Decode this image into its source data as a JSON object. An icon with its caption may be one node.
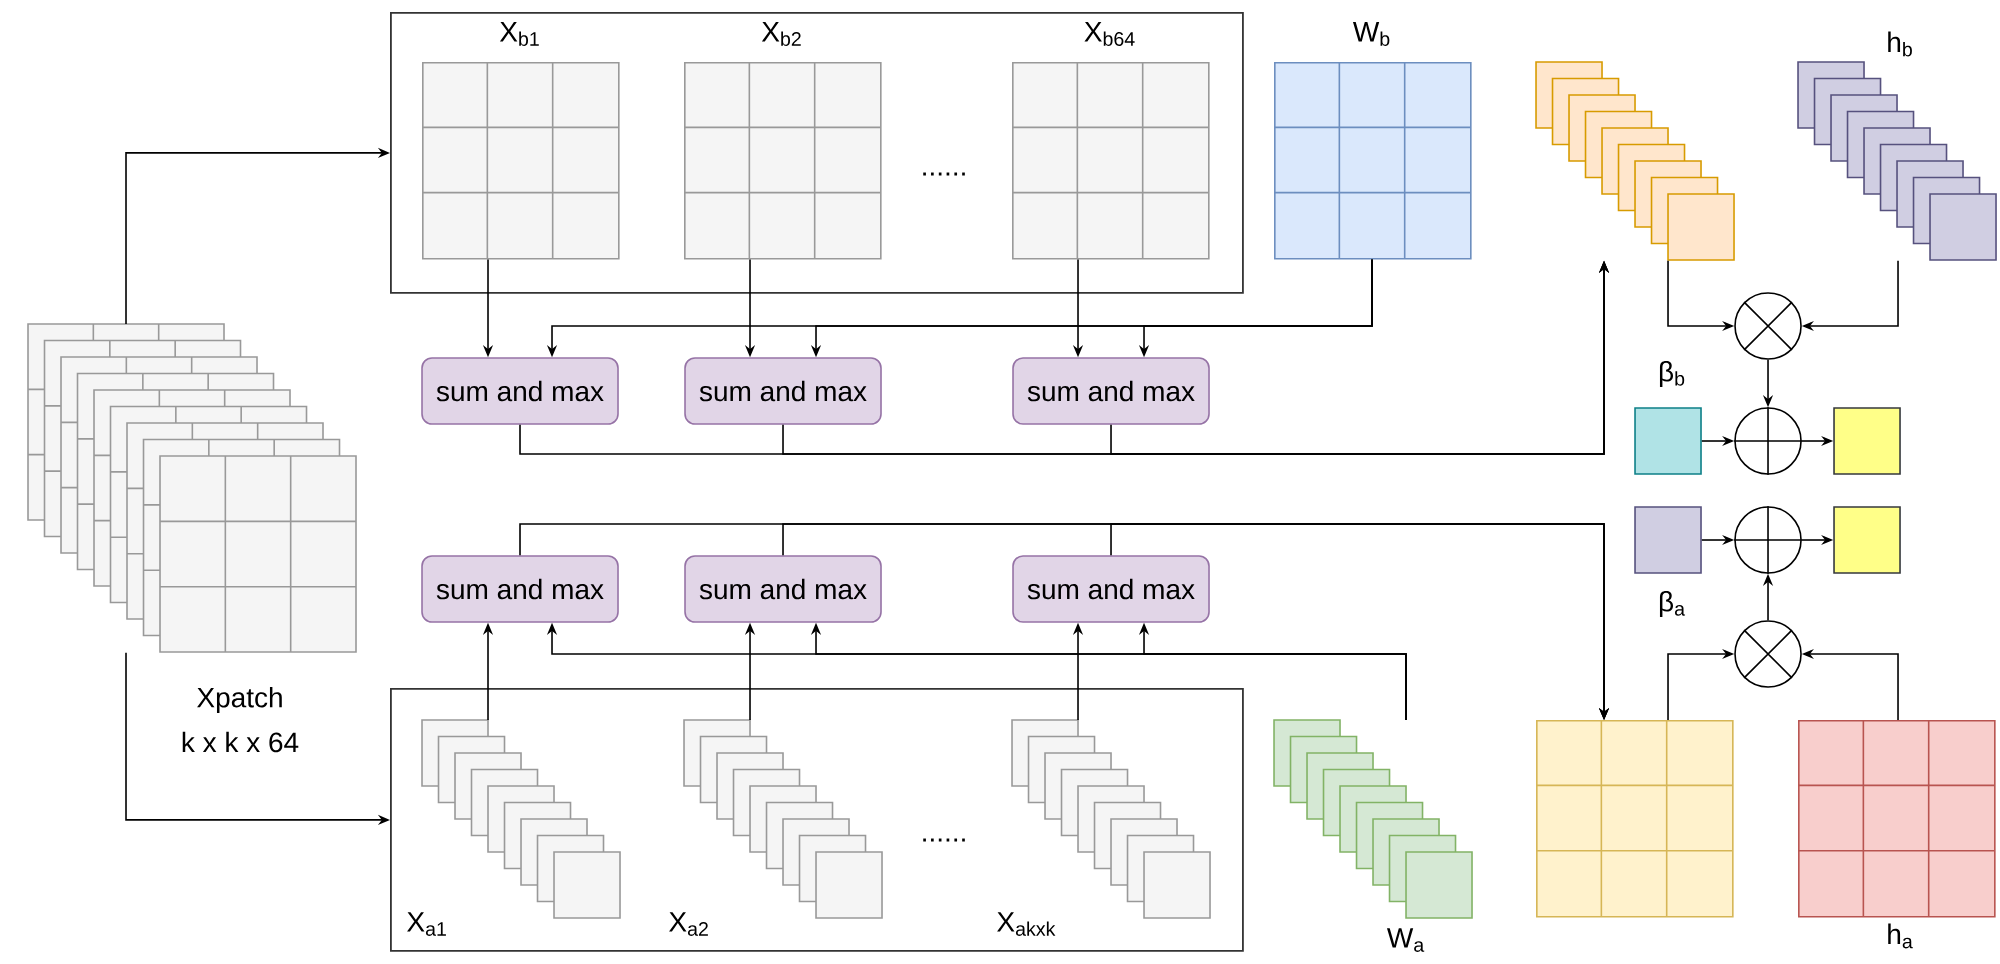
{
  "diagram": {
    "nodes": [
      {
        "text": [
          "Xpatch",
          "k x k x 64"
        ]
      },
      {
        "text": [],
        "shape": "box"
      },
      {
        "text": [
          "X$_{b1}$"
        ],
        "in": 1
      },
      {
        "text": [
          "X$_{b2}$"
        ],
        "in": 1
      },
      {
        "text": [
          "X$_{b64}$"
        ],
        "in": 1
      },
      {
        "text": [
          "W$_{b}$"
        ]
      },
      {
        "text": [
          "sum and max"
        ]
      },
      {
        "text": [
          "sum and max"
        ]
      },
      {
        "text": [
          "sum and max"
        ]
      },
      {
        "text": [],
        "shape": "box"
      },
      {
        "text": [
          "X$_{a1}$"
        ],
        "in": 9
      },
      {
        "text": [
          "X$_{a2}$"
        ],
        "in": 9
      },
      {
        "text": [
          "X$_{akxk}$"
        ],
        "in": 9
      },
      {
        "text": [
          "W$_{a}$"
        ]
      },
      {
        "text": [
          "sum and max"
        ]
      },
      {
        "text": [
          "sum and max"
        ]
      },
      {
        "text": [
          "sum and max"
        ]
      },
      {
        "text": [],
        "shape": "box"
      },
      {
        "text": [
          "h$_{b}$"
        ]
      },
      {
        "text": [],
        "shape": "circle"
      },
      {
        "text": [
          "β$_{b}$"
        ]
      },
      {
        "text": [],
        "shape": "circle"
      },
      {
        "text": [],
        "shape": "box"
      },
      {
        "text": [
          "β$_{a}$"
        ]
      },
      {
        "text": [],
        "shape": "circle"
      },
      {
        "text": [],
        "shape": "box"
      },
      {
        "text": [],
        "shape": "circle"
      },
      {
        "text": [],
        "shape": "box"
      },
      {
        "text": [
          "h$_{a}$"
        ]
      }
    ],
    "edges": [
      {
        "from": 0,
        "to": 1,
        "arrow": "to"
      },
      {
        "from": 0,
        "to": 9,
        "arrow": "to"
      },
      {
        "from": 2,
        "to": 6,
        "arrow": "to"
      },
      {
        "from": 3,
        "to": 7,
        "arrow": "to"
      },
      {
        "from": 4,
        "to": 8,
        "arrow": "to"
      },
      {
        "from": 5,
        "to": 6,
        "arrow": "to"
      },
      {
        "from": 5,
        "to": 7,
        "arrow": "to"
      },
      {
        "from": 5,
        "to": 8,
        "arrow": "to"
      },
      {
        "from": 6,
        "to": 17,
        "arrow": "to"
      },
      {
        "from": 7,
        "to": 17,
        "arrow": "to"
      },
      {
        "from": 8,
        "to": 17,
        "arrow": "to"
      },
      {
        "from": 10,
        "to": 14,
        "arrow": "to"
      },
      {
        "from": 11,
        "to": 15,
        "arrow": "to"
      },
      {
        "from": 12,
        "to": 16,
        "arrow": "to"
      },
      {
        "from": 13,
        "to": 14,
        "arrow": "to"
      },
      {
        "from": 13,
        "to": 15,
        "arrow": "to"
      },
      {
        "from": 13,
        "to": 16,
        "arrow": "to"
      },
      {
        "from": 14,
        "to": 27,
        "arrow": "to"
      },
      {
        "from": 15,
        "to": 27,
        "arrow": "to"
      },
      {
        "from": 16,
        "to": 27,
        "arrow": "to"
      },
      {
        "from": 17,
        "to": 19,
        "arrow": "to"
      },
      {
        "from": 18,
        "to": 19,
        "arrow": "to"
      },
      {
        "from": 19,
        "to": 21,
        "arrow": "to"
      },
      {
        "from": 20,
        "to": 21,
        "arrow": "to"
      },
      {
        "from": 21,
        "to": 22,
        "arrow": "to"
      },
      {
        "from": 23,
        "to": 24,
        "arrow": "to"
      },
      {
        "from": 24,
        "to": 25,
        "arrow": "to"
      },
      {
        "from": 26,
        "to": 24,
        "arrow": "to"
      },
      {
        "from": 27,
        "to": 26,
        "arrow": "to"
      },
      {
        "from": 28,
        "to": 26,
        "arrow": "to"
      }
    ],
    "labels": [
      "......",
      "......"
    ]
  }
}
